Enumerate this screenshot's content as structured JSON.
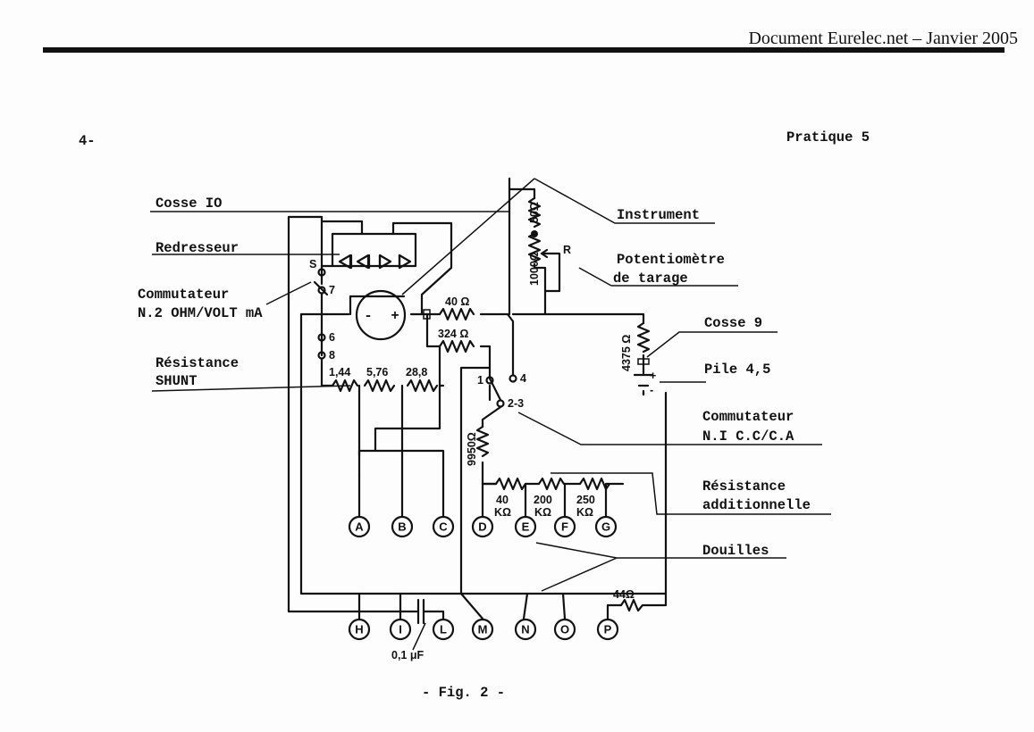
{
  "header": {
    "source": "Document Eurelec.net – Janvier 2005"
  },
  "page": {
    "number": "4-",
    "section": "Pratique 5"
  },
  "labels": {
    "cosse10": "Cosse IO",
    "redresseur": "Redresseur",
    "commutateur2_l1": "Commutateur",
    "commutateur2_l2": "N.2 OHM/VOLT mA",
    "shunt_l1": "Résistance",
    "shunt_l2": "SHUNT",
    "instrument": "Instrument",
    "potentiometre_l1": "Potentiomètre",
    "potentiometre_l2": "de tarage",
    "cosse9": "Cosse 9",
    "pile": "Pile 4,5",
    "commutateur1_l1": "Commutateur",
    "commutateur1_l2": "N.I  C.C/C.A",
    "res_add_l1": "Résistance",
    "res_add_l2": "additionnelle",
    "douilles": "Douilles"
  },
  "values": {
    "r50": "50Ω",
    "r1000": "1000Ω",
    "pot_r": "R",
    "r40": "40 Ω",
    "r324": "324 Ω",
    "r4375": "4375 Ω",
    "shunt1": "1,44",
    "shunt2": "5,76",
    "shunt3": "28,8",
    "r9950": "9950Ω",
    "ra1_v": "40",
    "ra1_u": "KΩ",
    "ra2_v": "200",
    "ra2_u": "KΩ",
    "ra3_v": "250",
    "ra3_u": "KΩ",
    "r44": "44Ω",
    "cap": "0,1 μF",
    "minus": "-",
    "plus": "+"
  },
  "switch_positions": {
    "s": "S",
    "p7": "7",
    "p6": "6",
    "p8": "8",
    "p1": "1",
    "p4": "4",
    "p23": "2-3"
  },
  "jacks_top": [
    "A",
    "B",
    "C",
    "D",
    "E",
    "F",
    "G"
  ],
  "jacks_bottom": [
    "H",
    "I",
    "L",
    "M",
    "N",
    "O",
    "P"
  ],
  "caption": "- Fig. 2 -"
}
